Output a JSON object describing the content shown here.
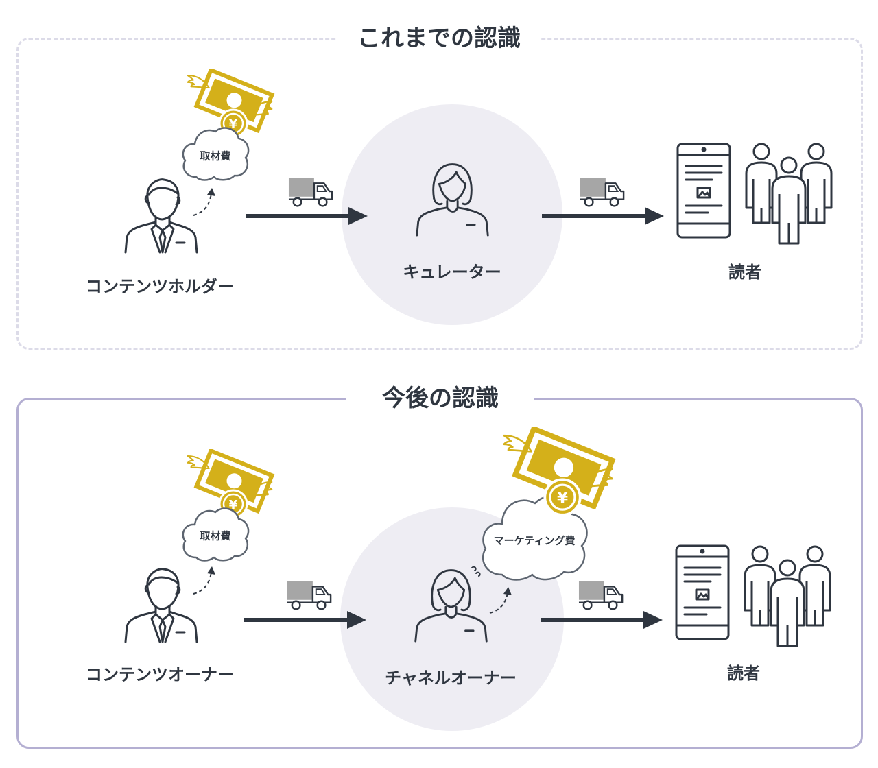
{
  "colors": {
    "ink": "#2f3640",
    "gold": "#d4b01a",
    "circle": "#eeedf3",
    "dashed_border": "#dcdbe8",
    "solid_border": "#b4afd2",
    "truck": "#a6a6a6"
  },
  "sections": [
    {
      "title": "これまでの認識",
      "source_label": "コンテンツホルダー",
      "source_cloud_label": "取材費",
      "middle_label": "キュレーター",
      "reader_label": "読者"
    },
    {
      "title": "今後の認識",
      "source_label": "コンテンツオーナー",
      "source_cloud_label": "取材費",
      "middle_label": "チャネルオーナー",
      "middle_cloud_label": "マーケティング費",
      "reader_label": "読者"
    }
  ],
  "icons": [
    "businessman-icon",
    "woman-icon",
    "truck-icon",
    "arrow-right-icon",
    "flying-yen-bill-icon",
    "thought-cloud-icon",
    "smartphone-icon",
    "people-group-icon"
  ]
}
